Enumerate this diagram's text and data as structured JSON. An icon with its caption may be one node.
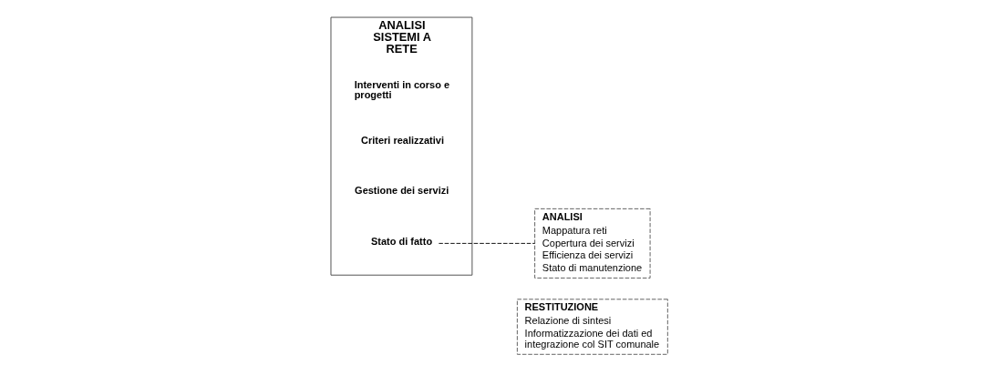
{
  "diagram": {
    "nodes": [
      {
        "text": [
          "ANALISI SISTEMI A RETE"
        ]
      },
      {
        "text": [
          "Stato di fatto"
        ],
        "in": 0
      },
      {
        "text": [
          "Gestione dei servizi"
        ],
        "in": 0
      },
      {
        "text": [
          "Criteri realizzativi"
        ],
        "in": 0
      },
      {
        "text": [
          "Interventi in corso e progetti"
        ],
        "in": 0
      },
      {
        "text": [
          "ANALISI",
          "Mappatura reti",
          "Copertura dei servizi",
          "Efficienza dei servizi",
          "Stato di manutenzione"
        ]
      },
      {
        "text": [
          "RESTITUZIONE",
          "Relazione di sintesi",
          "Informatizzazione dei dati ed integrazione col SIT comunale"
        ]
      }
    ],
    "edges": [
      {
        "from": 1,
        "to": 5,
        "arrow": "none",
        "style": "dashed"
      }
    ]
  }
}
